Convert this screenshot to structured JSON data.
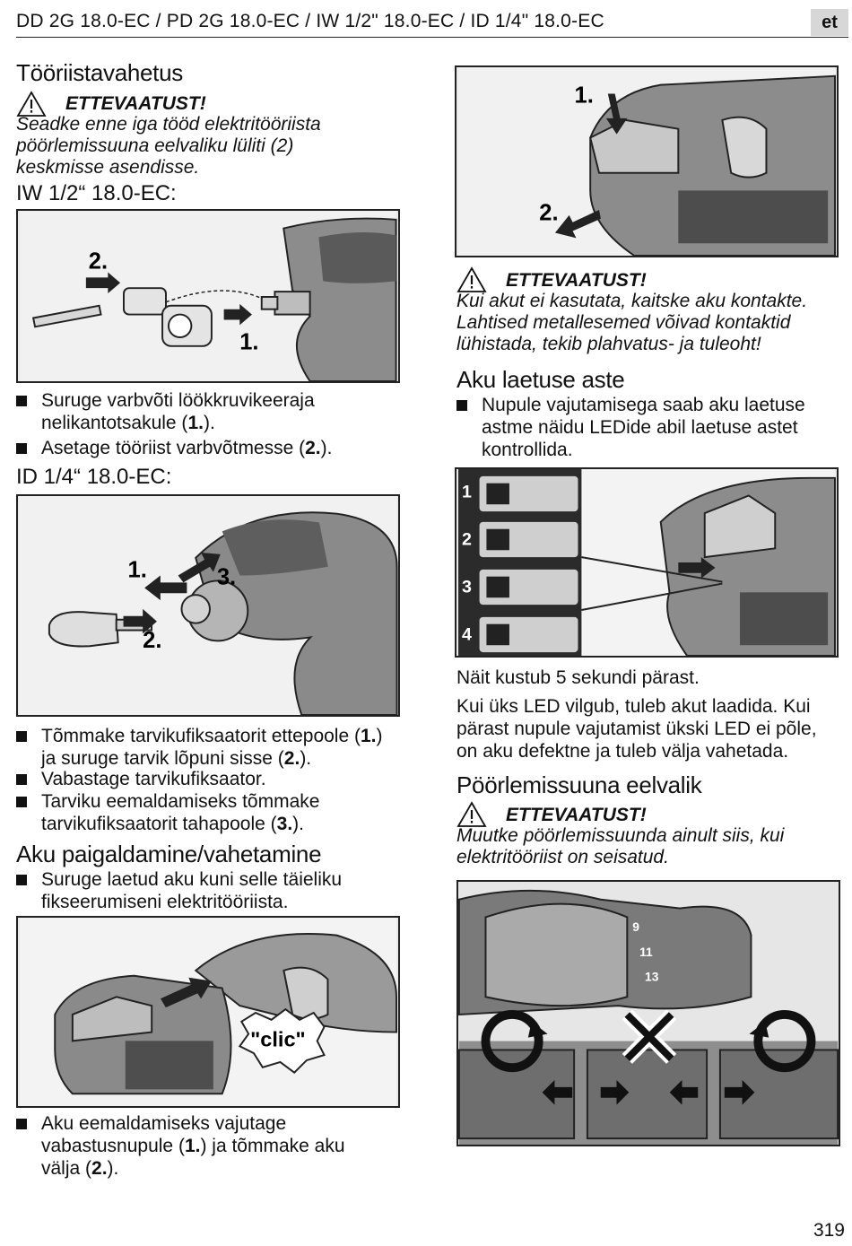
{
  "header": {
    "title": "DD 2G 18.0-EC / PD 2G 18.0-EC / IW 1/2\" 18.0-EC / ID 1/4\" 18.0-EC",
    "lang": "et"
  },
  "left": {
    "section_title": "Tööriistavahetus",
    "warning": {
      "title": "ETTEVAATUST!",
      "lines": [
        "Seadke enne iga tööd elektritööriista",
        "pöörlemissuuna eelvaliku lüliti (2)",
        "keskmisse asendisse."
      ]
    },
    "iw_title": "IW 1/2“ 18.0-EC:",
    "fig1": {
      "labels": [
        "2.",
        "1."
      ]
    },
    "iw_bullets": [
      [
        "Suruge varbvõti löökkruvikeeraja",
        "nelikantotsakule (",
        "1.",
        ")."
      ],
      [
        "Asetage tööriist varbvõtmesse (",
        "2.",
        ")."
      ]
    ],
    "id_title": "ID 1/4“ 18.0-EC:",
    "fig2": {
      "labels": [
        "1.",
        "3.",
        "2."
      ]
    },
    "id_bullets": {
      "b1": {
        "l1a": "Tõmmake tarvikufiksaatorit ettepoole (",
        "l1b": "1.",
        "l1c": ")",
        "l2a": "ja suruge tarvik lõpuni sisse (",
        "l2b": "2.",
        "l2c": ")."
      },
      "b2": "Vabastage tarvikufiksaator.",
      "b3": {
        "l1": "Tarviku eemaldamiseks tõmmake",
        "l2a": "tarvikufiksaatorit tahapoole (",
        "l2b": "3.",
        "l2c": ")."
      }
    },
    "battery_title": "Aku paigaldamine/vahetamine",
    "battery_bullet": [
      "Suruge laetud aku kuni selle täieliku",
      "fikseerumiseni elektritööriista."
    ],
    "fig3": {
      "label": "\"clic\""
    },
    "remove_bullet": {
      "l1": "Aku eemaldamiseks vajutage",
      "l2": "vabastusnupule (",
      "l2b": "1.",
      "l2c": ") ja tõmmake aku",
      "l3": "välja (",
      "l3b": "2.",
      "l3c": ")."
    }
  },
  "right": {
    "fig4": {
      "labels": [
        "1.",
        "2."
      ]
    },
    "warning": {
      "title": "ETTEVAATUST!",
      "lines": [
        "Kui akut ei kasutata, kaitske aku kontakte.",
        "Lahtised metallesemed võivad kontaktid",
        "lühistada, tekib plahvatus- ja tuleoht!"
      ]
    },
    "charge_title": "Aku laetuse aste",
    "charge_bullet": [
      "Nupule vajutamisega saab aku laetuse",
      "astme näidu LEDide abil laetuse astet",
      "kontrollida."
    ],
    "fig5": {
      "levels": [
        "1",
        "2",
        "3",
        "4"
      ]
    },
    "para1": "Näit kustub 5 sekundi pärast.",
    "para2": [
      "Kui üks LED vilgub, tuleb akut laadida. Kui",
      "pärast nupule vajutamist ükski LED ei põle,",
      "on aku defektne ja tuleb välja vahetada."
    ],
    "direction_title": "Pöörlemissuuna eelvalik",
    "warning2": {
      "title": "ETTEVAATUST!",
      "lines": [
        "Muutke pöörlemissuunda ainult siis, kui",
        "elektritööriist on seisatud."
      ]
    },
    "fig6": {
      "chuck_numbers": [
        "9",
        "11",
        "13"
      ]
    }
  },
  "page_number": "319"
}
